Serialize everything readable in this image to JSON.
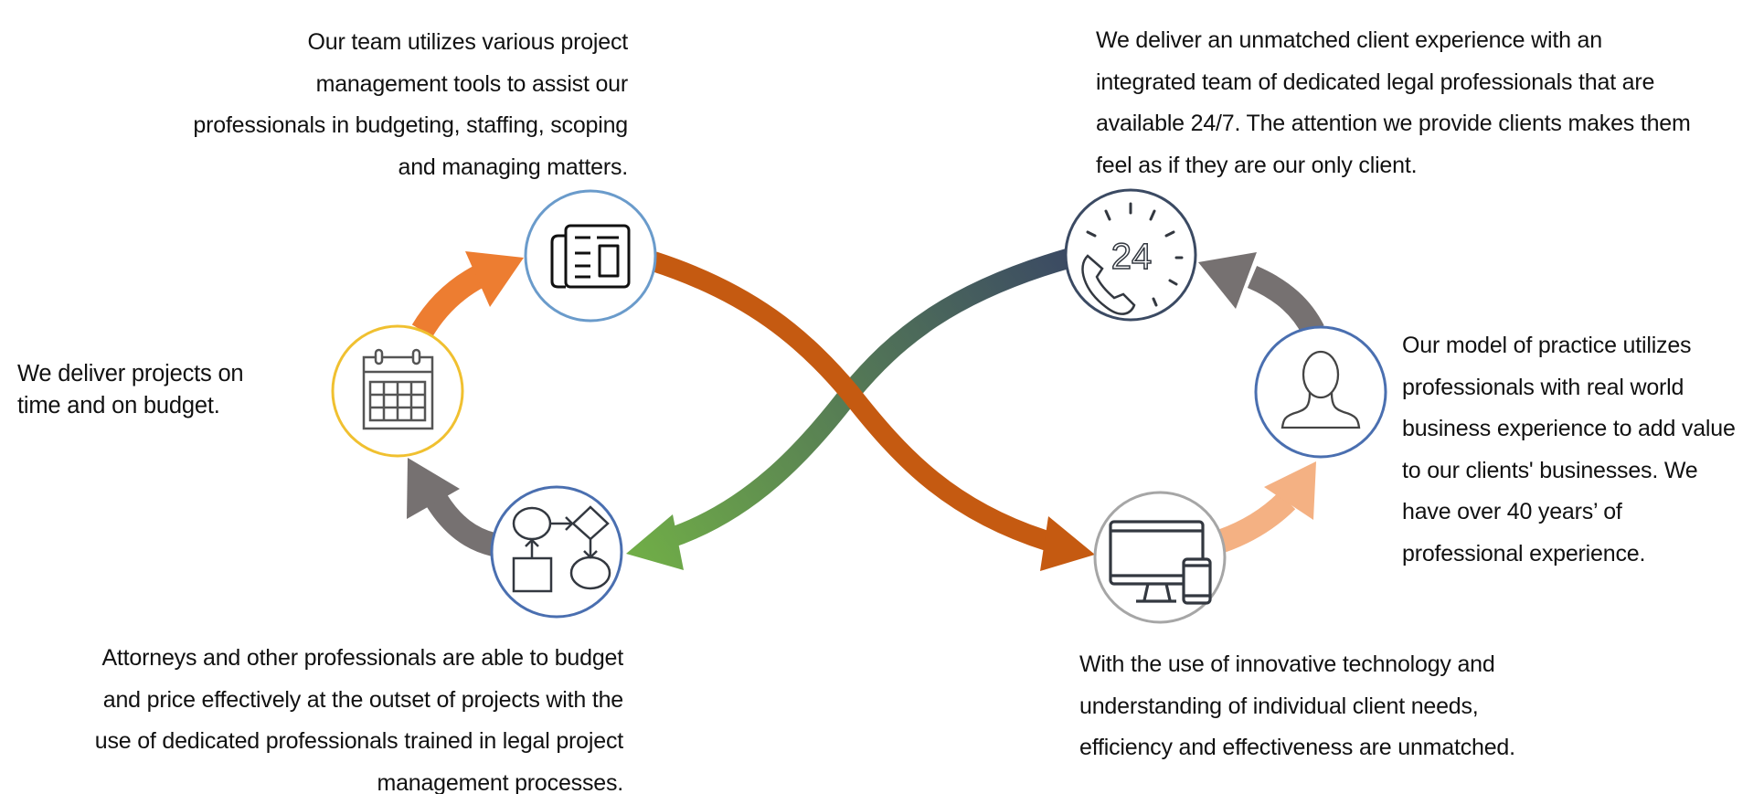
{
  "diagram": {
    "type": "infinity-loop-process",
    "colors": {
      "arrow_orange": "#ed7d31",
      "arrow_dark_orange": "#c55a11",
      "arrow_gray": "#767171",
      "arrow_peach": "#f4b183",
      "arrow_green": "#70ad47",
      "arrow_slate": "#3b4a63",
      "circle_yellow": "#f0c030",
      "circle_light_blue": "#6a9bcb",
      "circle_blue": "#4a6fb0",
      "circle_slate": "#3b4a63",
      "circle_gray": "#a6a6a6",
      "icon_stroke": "#333840"
    },
    "nodes": [
      {
        "id": "project-tools",
        "icon": "newspaper-icon"
      },
      {
        "id": "on-time-budget",
        "icon": "calendar-icon"
      },
      {
        "id": "budget-pricing",
        "icon": "flowchart-icon"
      },
      {
        "id": "client-experience",
        "icon": "phone-24-hours-icon"
      },
      {
        "id": "real-world-experience",
        "icon": "person-icon"
      },
      {
        "id": "innovative-technology",
        "icon": "devices-icon"
      }
    ],
    "texts": {
      "top_left": [
        "Our team utilizes various project",
        "management tools to assist our",
        "professionals in budgeting, staffing, scoping",
        "and managing matters."
      ],
      "top_right": [
        "We deliver an unmatched client experience with an",
        "integrated team of dedicated legal professionals that are",
        "available 24/7.  The attention we provide clients  makes them",
        "feel as if they are our only client."
      ],
      "left": [
        "We deliver projects on",
        "time and on budget."
      ],
      "right": [
        "Our model of practice utilizes",
        "professionals with real world",
        "business experience to add value",
        "to our clients' businesses.  We",
        "have over 40 years’ of",
        "professional experience."
      ],
      "bottom_left": [
        "Attorneys and other professionals are able to budget",
        "and price effectively at the outset of projects with the",
        "use of dedicated professionals trained in legal project",
        "management processes."
      ],
      "bottom_right": [
        "With the use of innovative technology  and",
        "understanding of individual client needs,",
        "efficiency and effectiveness are unmatched."
      ]
    },
    "icon_labels": {
      "clock_number": "24"
    }
  }
}
